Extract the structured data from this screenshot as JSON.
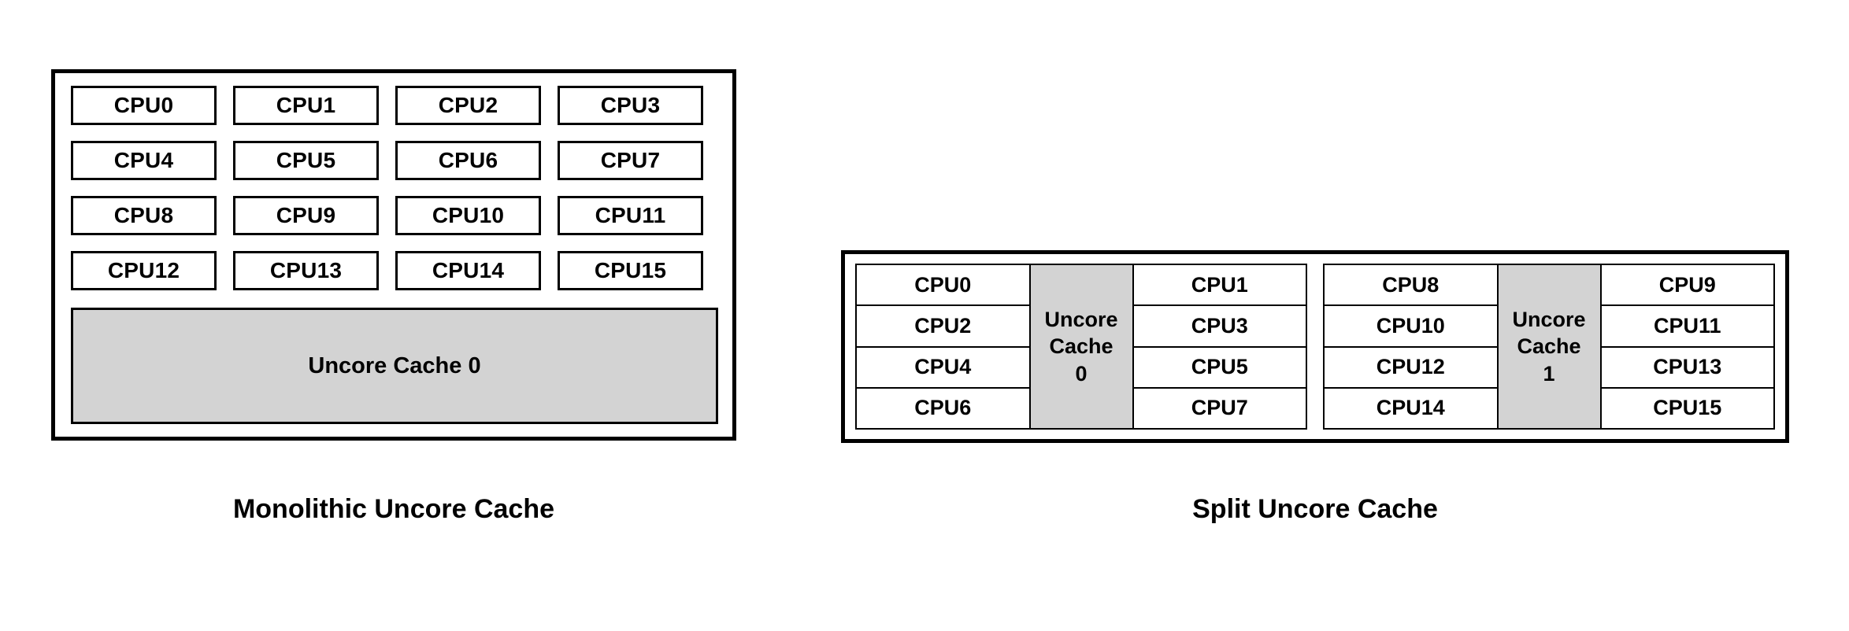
{
  "background_color": "#ffffff",
  "colors": {
    "cache_fill": "#d3d3d3",
    "box_fill": "#ffffff",
    "stroke": "#000000",
    "text": "#000000"
  },
  "diagrams": [
    {
      "id": "monolithic",
      "caption": "Monolithic Uncore Cache",
      "layout": "grid-4x4-over-single-cache",
      "cpu_rows": [
        [
          "CPU0",
          "CPU1",
          "CPU2",
          "CPU3"
        ],
        [
          "CPU4",
          "CPU5",
          "CPU6",
          "CPU7"
        ],
        [
          "CPU8",
          "CPU9",
          "CPU10",
          "CPU11"
        ],
        [
          "CPU12",
          "CPU13",
          "CPU14",
          "CPU15"
        ]
      ],
      "cache": {
        "label": "Uncore Cache 0"
      }
    },
    {
      "id": "split",
      "caption": "Split Uncore Cache",
      "layout": "two-groups-cpu-cache-cpu",
      "groups": [
        {
          "left_cpus": [
            "CPU0",
            "CPU2",
            "CPU4",
            "CPU6"
          ],
          "cache": {
            "line1": "Uncore",
            "line2": "Cache",
            "line3": "0"
          },
          "right_cpus": [
            "CPU1",
            "CPU3",
            "CPU5",
            "CPU7"
          ]
        },
        {
          "left_cpus": [
            "CPU8",
            "CPU10",
            "CPU12",
            "CPU14"
          ],
          "cache": {
            "line1": "Uncore",
            "line2": "Cache",
            "line3": "1"
          },
          "right_cpus": [
            "CPU9",
            "CPU11",
            "CPU13",
            "CPU15"
          ]
        }
      ]
    }
  ]
}
